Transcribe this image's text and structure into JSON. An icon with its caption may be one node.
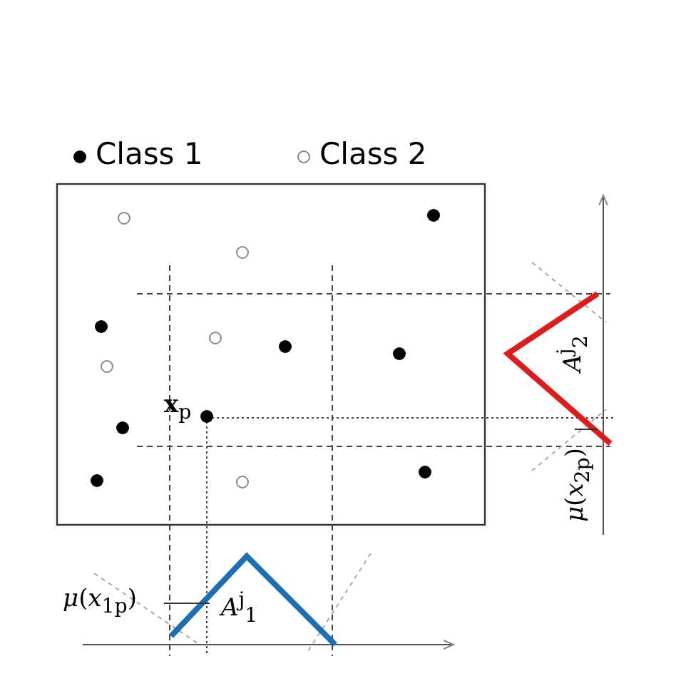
{
  "diagram": {
    "labels": [
      "**x**$_{p}$",
      "*A*$^{j}$$_{1}$",
      "*A*$^{j}$$_{2}$",
      "*μ*(*x*$_{1p}$)",
      "*μ*(*x*$_{2p}$)"
    ],
    "legend": [
      {
        "text": "Class 1"
      },
      {
        "text": "Class 2"
      }
    ]
  }
}
